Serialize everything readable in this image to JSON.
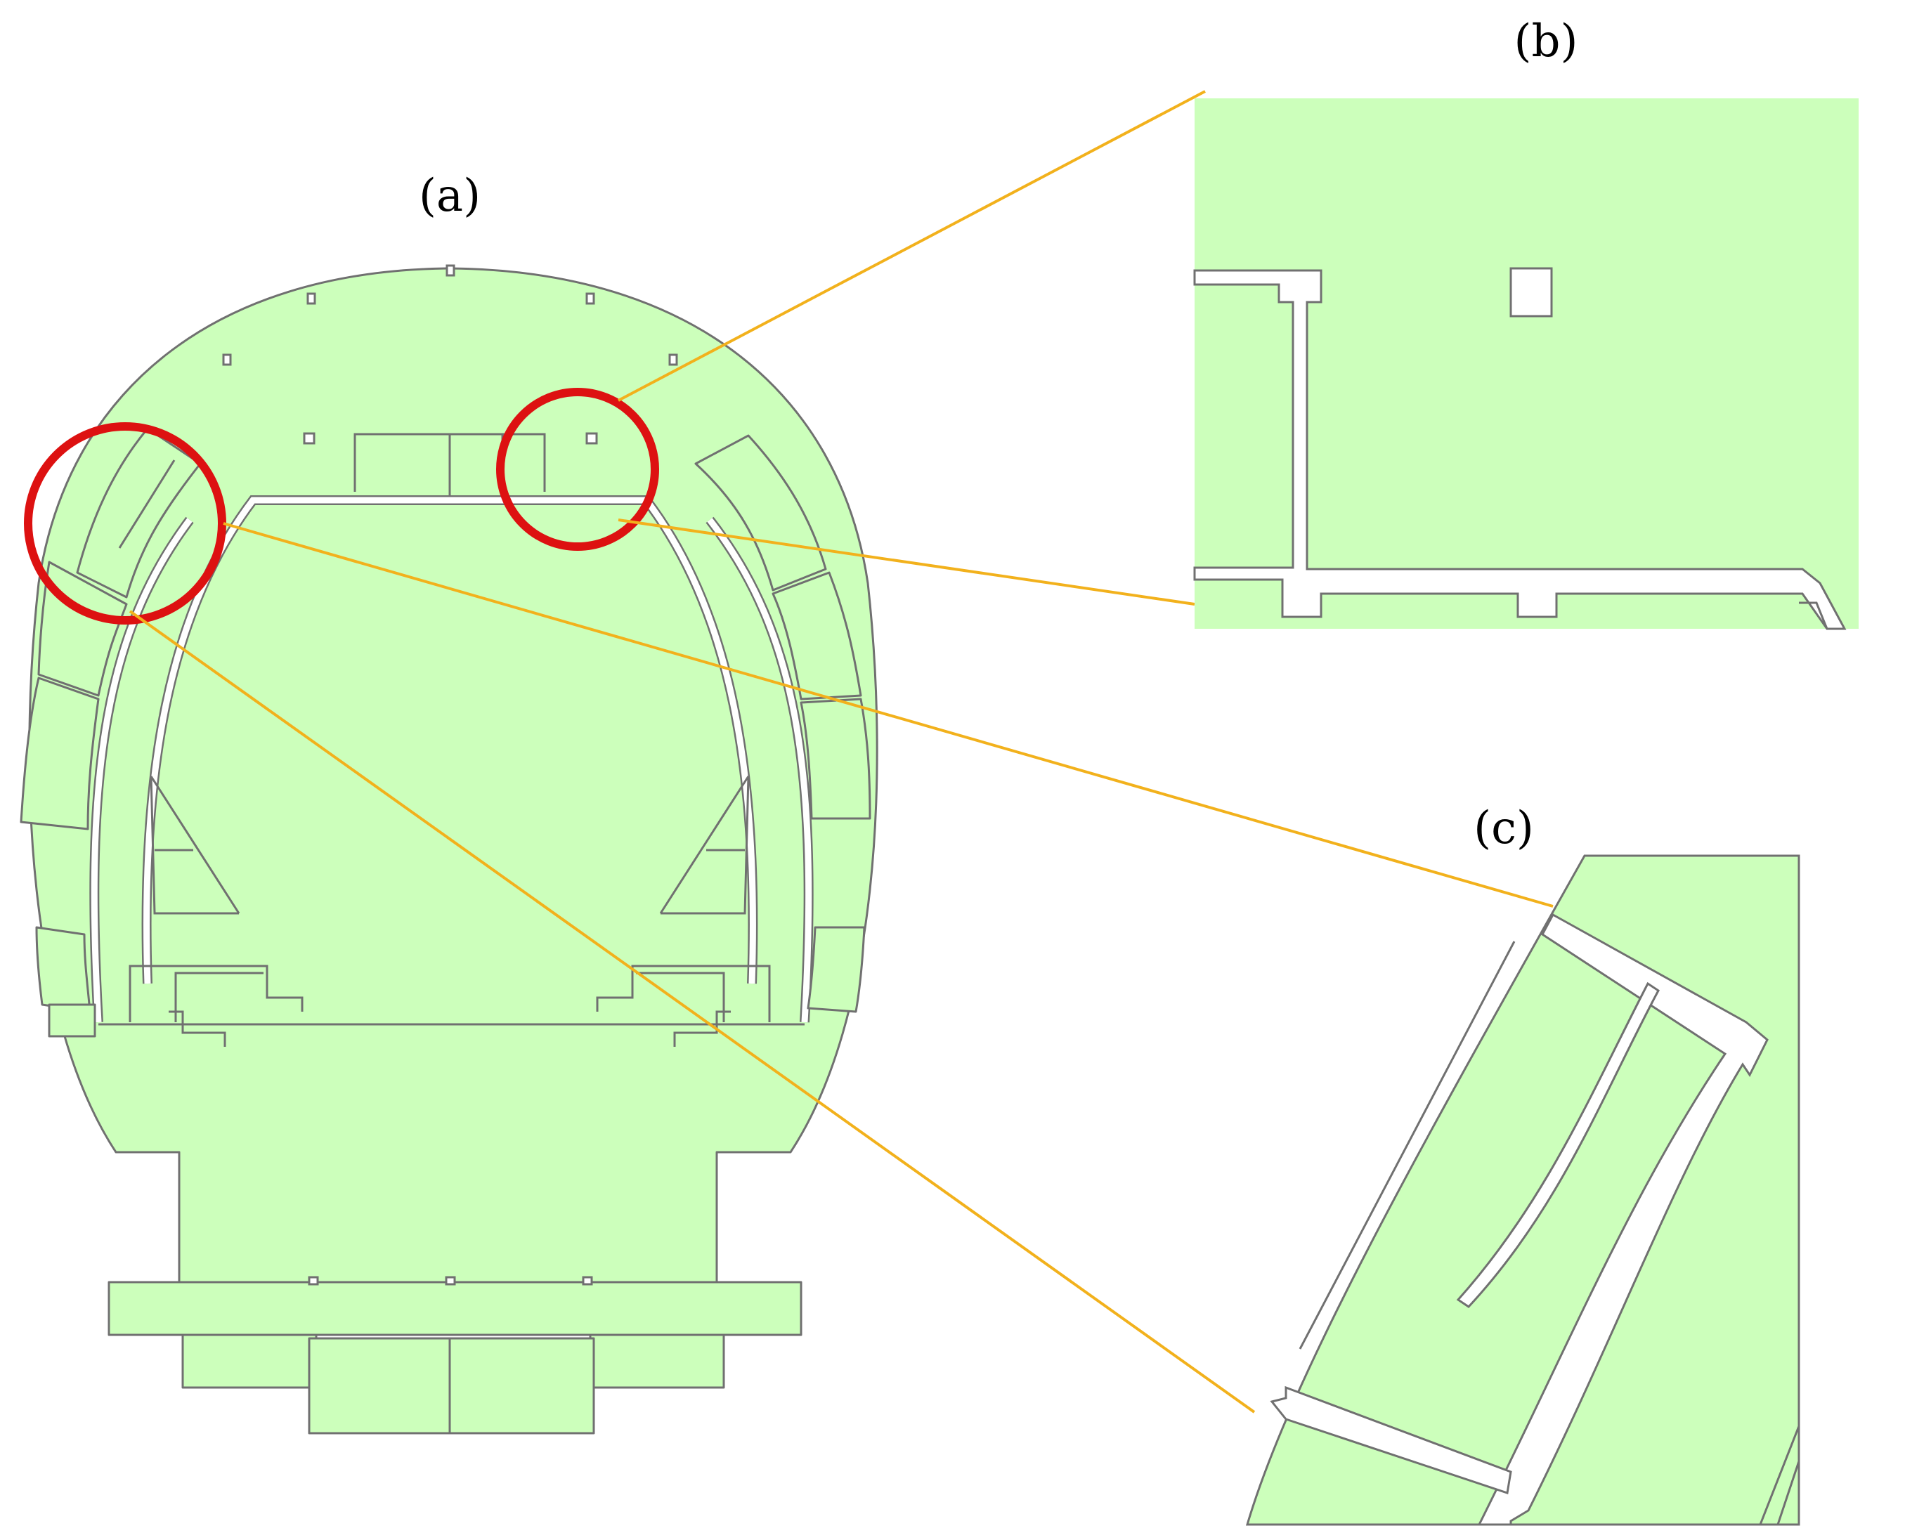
{
  "labels": {
    "a": "(a)",
    "b": "(b)",
    "c": "(c)"
  },
  "colors": {
    "fill": "#ccffbb",
    "outline": "#707070",
    "highlight": "#dd1111",
    "connector": "#f2b11c",
    "background": "#ffffff"
  }
}
